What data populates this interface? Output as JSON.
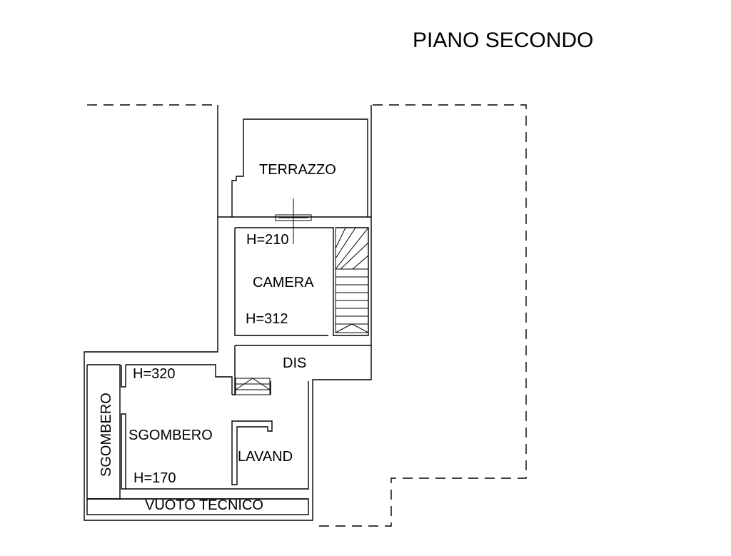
{
  "title": "PIANO SECONDO",
  "rooms": {
    "terrazzo": "TERRAZZO",
    "camera": "CAMERA",
    "dis": "DIS",
    "sgombero_vertical": "SGOMBERO",
    "sgombero": "SGOMBERO",
    "lavand": "LAVAND",
    "vuoto_tecnico": "VUOTO TECNICO"
  },
  "heights": {
    "camera_top": "H=210",
    "camera_bottom": "H=312",
    "sgombero_top": "H=320",
    "sgombero_bottom": "H=170"
  }
}
